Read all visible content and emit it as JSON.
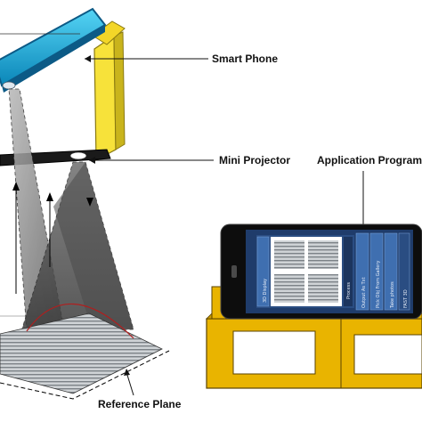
{
  "labels": {
    "smart_phone": "Smart Phone",
    "mini_projector": "Mini Projector",
    "application_program": "Application Program",
    "reference_plane": "Reference Plane"
  },
  "app_screen": {
    "buttons": [
      "FAST 3D",
      "Take photos",
      "Pick Obj From Gallery",
      "3D Display",
      "Output As Txt"
    ],
    "subtitle": "Process"
  },
  "colors": {
    "phone_body": "#00b3e6",
    "phone_frame": "#0c5a86",
    "bracket": "#f7e23a",
    "bracket_edge": "#8a7a12",
    "beam": "#8c8c8c",
    "stand": "#e9b400",
    "stand_edge": "#5a4300",
    "app_bg": "#1f3c6b"
  }
}
